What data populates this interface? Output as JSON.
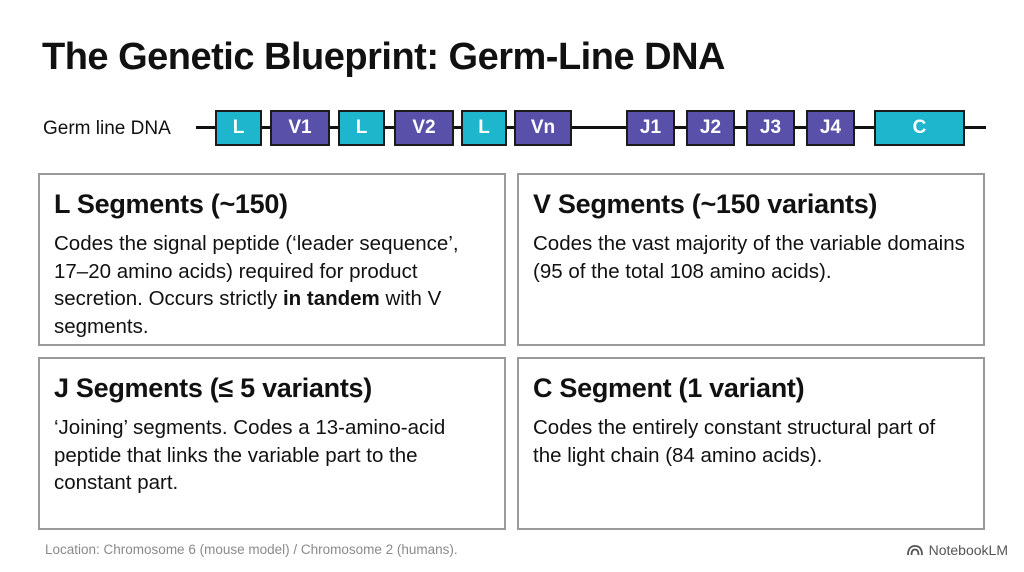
{
  "title": "The Genetic Blueprint: Germ-Line DNA",
  "dna": {
    "label": "Germ line DNA",
    "segments": [
      {
        "label": "L",
        "kind": "teal"
      },
      {
        "label": "V1",
        "kind": "purple"
      },
      {
        "label": "L",
        "kind": "teal"
      },
      {
        "label": "V2",
        "kind": "purple"
      },
      {
        "label": "L",
        "kind": "teal"
      },
      {
        "label": "Vn",
        "kind": "purple"
      },
      {
        "label": "J1",
        "kind": "purple"
      },
      {
        "label": "J2",
        "kind": "purple"
      },
      {
        "label": "J3",
        "kind": "purple"
      },
      {
        "label": "J4",
        "kind": "purple"
      },
      {
        "label": "C",
        "kind": "teal"
      }
    ]
  },
  "colors": {
    "teal": "#1eb6cd",
    "purple": "#5951a9"
  },
  "cards": {
    "l": {
      "heading": "L Segments (~150)",
      "text_1": "Codes the signal peptide (‘leader sequence’, 17–20 amino acids) required for product secretion. Occurs strictly ",
      "bold": "in tandem",
      "text_2": " with V segments."
    },
    "v": {
      "heading": "V Segments (~150 variants)",
      "text": "Codes the vast majority of the variable domains (95 of the total 108 amino acids)."
    },
    "j": {
      "heading": "J Segments (≤ 5 variants)",
      "text": "‘Joining’ segments. Codes a 13-amino-acid peptide that links the variable part to the constant part."
    },
    "c": {
      "heading": "C Segment (1 variant)",
      "text": "Codes the entirely constant structural part of the light chain (84 amino acids)."
    }
  },
  "footer": "Location: Chromosome 6 (mouse model) / Chromosome 2 (humans).",
  "brand": {
    "name": "NotebookLM",
    "icon": "notebooklm-logo-icon"
  }
}
